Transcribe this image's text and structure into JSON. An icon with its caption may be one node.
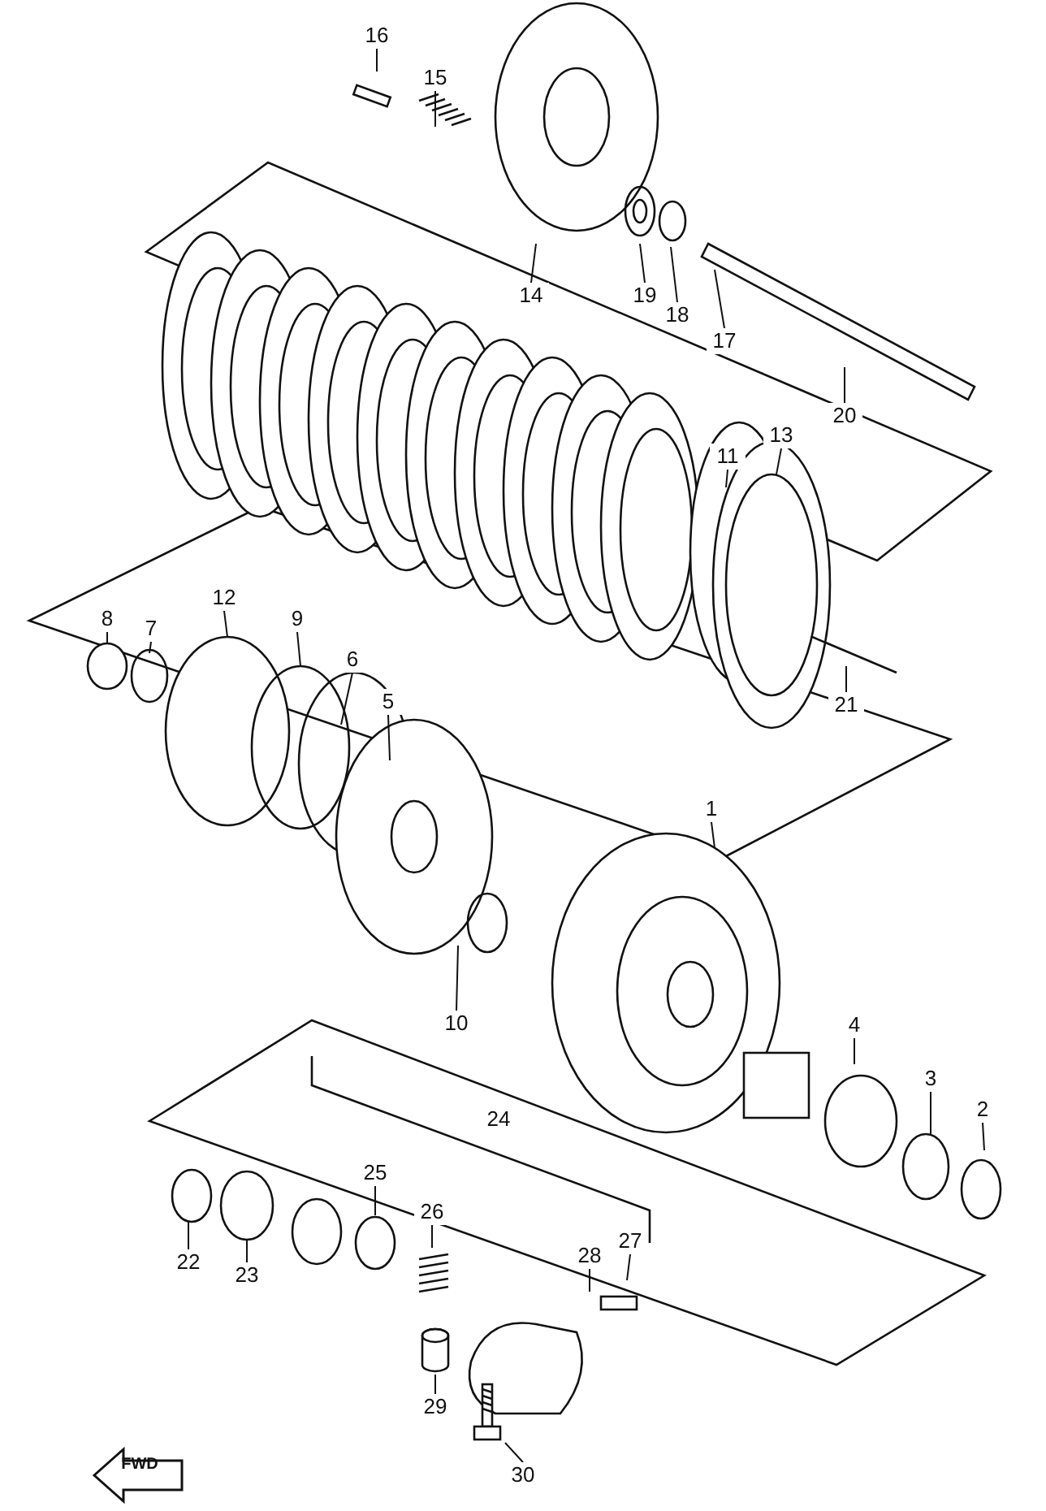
{
  "diagram": {
    "nodes": [
      {
        "text": [
          "16"
        ]
      },
      {
        "text": [
          "15"
        ]
      },
      {
        "text": [
          "14"
        ]
      },
      {
        "text": [
          "19"
        ]
      },
      {
        "text": [
          "18"
        ]
      },
      {
        "text": [
          "17"
        ]
      },
      {
        "text": [
          "20"
        ]
      },
      {
        "text": [
          "13"
        ]
      },
      {
        "text": [
          "11"
        ]
      },
      {
        "text": [
          "12"
        ]
      },
      {
        "text": [
          "8"
        ]
      },
      {
        "text": [
          "7"
        ]
      },
      {
        "text": [
          "9"
        ]
      },
      {
        "text": [
          "6"
        ]
      },
      {
        "text": [
          "5"
        ]
      },
      {
        "text": [
          "21"
        ]
      },
      {
        "text": [
          "1"
        ]
      },
      {
        "text": [
          "10"
        ]
      },
      {
        "text": [
          "4"
        ]
      },
      {
        "text": [
          "3"
        ]
      },
      {
        "text": [
          "2"
        ]
      },
      {
        "text": [
          "25"
        ]
      },
      {
        "text": [
          "26"
        ]
      },
      {
        "text": [
          "22"
        ]
      },
      {
        "text": [
          "27"
        ]
      },
      {
        "text": [
          "28"
        ]
      },
      {
        "text": [
          "23"
        ]
      },
      {
        "text": [
          "29"
        ]
      },
      {
        "text": [
          "30"
        ]
      }
    ],
    "edges": [
      {
        "from": 0,
        "to": null,
        "arrow": "none"
      },
      {
        "from": 1,
        "to": null,
        "arrow": "none"
      },
      {
        "from": 2,
        "to": null,
        "arrow": "none"
      },
      {
        "from": 3,
        "to": null,
        "arrow": "none"
      },
      {
        "from": 4,
        "to": null,
        "arrow": "none"
      },
      {
        "from": 5,
        "to": null,
        "arrow": "none"
      },
      {
        "from": 6,
        "to": null,
        "arrow": "none"
      },
      {
        "from": 7,
        "to": null,
        "arrow": "none"
      },
      {
        "from": 8,
        "to": null,
        "arrow": "none"
      },
      {
        "from": 9,
        "to": null,
        "arrow": "none"
      },
      {
        "from": 10,
        "to": null,
        "arrow": "none"
      },
      {
        "from": 11,
        "to": null,
        "arrow": "none"
      },
      {
        "from": 12,
        "to": null,
        "arrow": "none"
      },
      {
        "from": 13,
        "to": null,
        "arrow": "none"
      },
      {
        "from": 14,
        "to": null,
        "arrow": "none"
      },
      {
        "from": 15,
        "to": null,
        "arrow": "none"
      },
      {
        "from": 16,
        "to": null,
        "arrow": "none"
      },
      {
        "from": 17,
        "to": null,
        "arrow": "none"
      },
      {
        "from": 18,
        "to": null,
        "arrow": "none"
      },
      {
        "from": 19,
        "to": null,
        "arrow": "none"
      },
      {
        "from": 20,
        "to": null,
        "arrow": "none"
      },
      {
        "from": 21,
        "to": null,
        "arrow": "none"
      },
      {
        "from": 22,
        "to": null,
        "arrow": "none"
      },
      {
        "from": 23,
        "to": null,
        "arrow": "none"
      },
      {
        "from": 24,
        "to": null,
        "arrow": "none"
      },
      {
        "from": 25,
        "to": null,
        "arrow": "none"
      },
      {
        "from": 26,
        "to": null,
        "arrow": "none"
      },
      {
        "from": 27,
        "to": null,
        "arrow": "none"
      },
      {
        "from": 28,
        "to": null,
        "arrow": "none"
      }
    ],
    "labels": [
      "24",
      "FWD"
    ]
  }
}
